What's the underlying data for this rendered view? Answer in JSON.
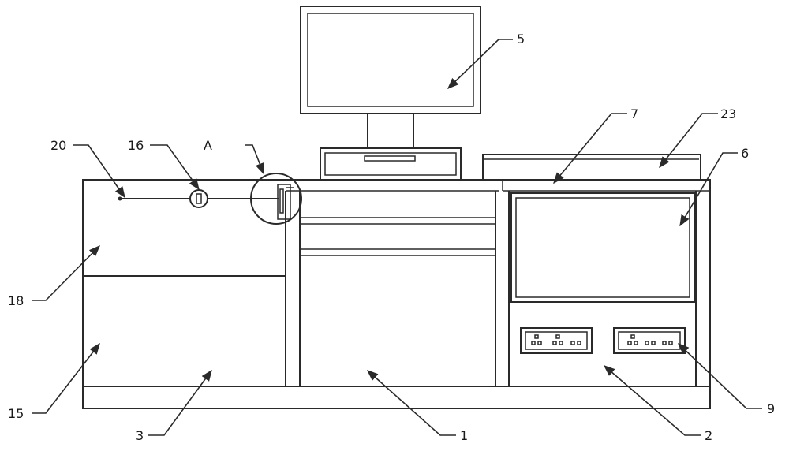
{
  "labels": {
    "l1": "1",
    "l2": "2",
    "l3": "3",
    "l5": "5",
    "l6": "6",
    "l7": "7",
    "l9": "9",
    "l15": "15",
    "l16": "16",
    "l18": "18",
    "l20": "20",
    "l23": "23",
    "lA": "A"
  },
  "colors": {
    "stroke": "#2a2a2a",
    "background": "#ffffff"
  }
}
